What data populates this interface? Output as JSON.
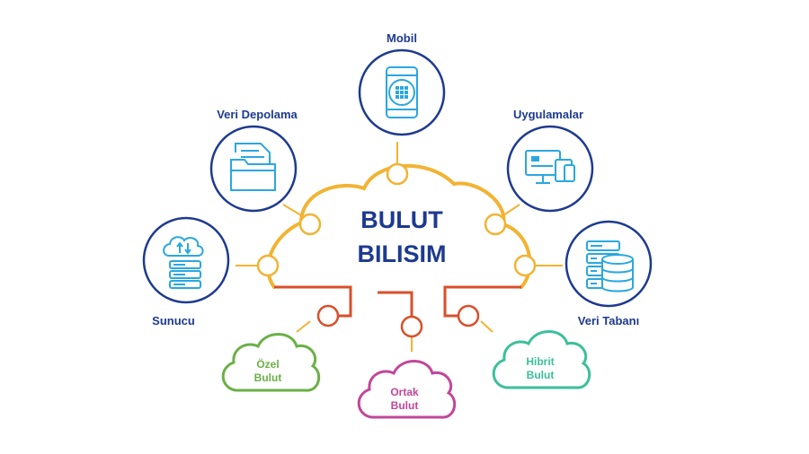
{
  "center": {
    "line1": "BULUT",
    "line2": "BILISIM"
  },
  "nodes": {
    "mobile": "Mobil",
    "storage": "Veri Depolama",
    "apps": "Uygulamalar",
    "server": "Sunucu",
    "database": "Veri Tabanı"
  },
  "clouds": {
    "private": {
      "line1": "Özel",
      "line2": "Bulut"
    },
    "public": {
      "line1": "Ortak",
      "line2": "Bulut"
    },
    "hybrid": {
      "line1": "Hibrit",
      "line2": "Bulut"
    }
  },
  "colors": {
    "primary": "#1d3a8f",
    "icon": "#2aa7e0",
    "cloud_outline": "#f2b333",
    "connector": "#d94f2a",
    "private": "#6ab046",
    "public": "#c2469a",
    "hybrid": "#3bbf9a"
  },
  "icons": {
    "mobile": "smartphone-icon",
    "storage": "folder-documents-icon",
    "apps": "devices-icon",
    "server": "cloud-server-icon",
    "database": "database-server-icon"
  }
}
